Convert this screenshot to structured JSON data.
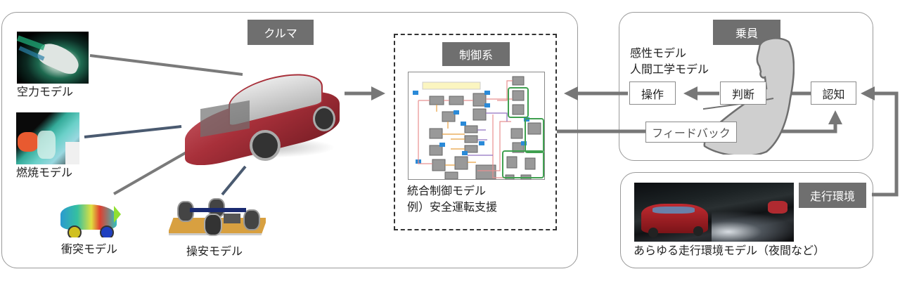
{
  "car_panel": {
    "title": "クルマ",
    "models": [
      {
        "label": "空力モデル"
      },
      {
        "label": "燃焼モデル"
      },
      {
        "label": "衝突モデル"
      },
      {
        "label": "操安モデル"
      }
    ]
  },
  "control_panel": {
    "title": "制御系",
    "caption_line1": "統合制御モデル",
    "caption_line2": "例）安全運転支援"
  },
  "occupant_panel": {
    "title": "乗員",
    "subtitle_line1": "感性モデル",
    "subtitle_line2": "人間工学モデル",
    "steps": {
      "operation": "操作",
      "judgment": "判断",
      "recognition": "認知"
    },
    "feedback": "フィードバック"
  },
  "environment_panel": {
    "title": "走行環境",
    "caption": "あらゆる走行環境モデル（夜間など）"
  },
  "colors": {
    "tag_bg": "#6f6f6f",
    "arrow": "#777777",
    "connector_gray": "#7a7a7a",
    "connector_blue": "#4a5a70",
    "car_red": "#a8303a"
  }
}
